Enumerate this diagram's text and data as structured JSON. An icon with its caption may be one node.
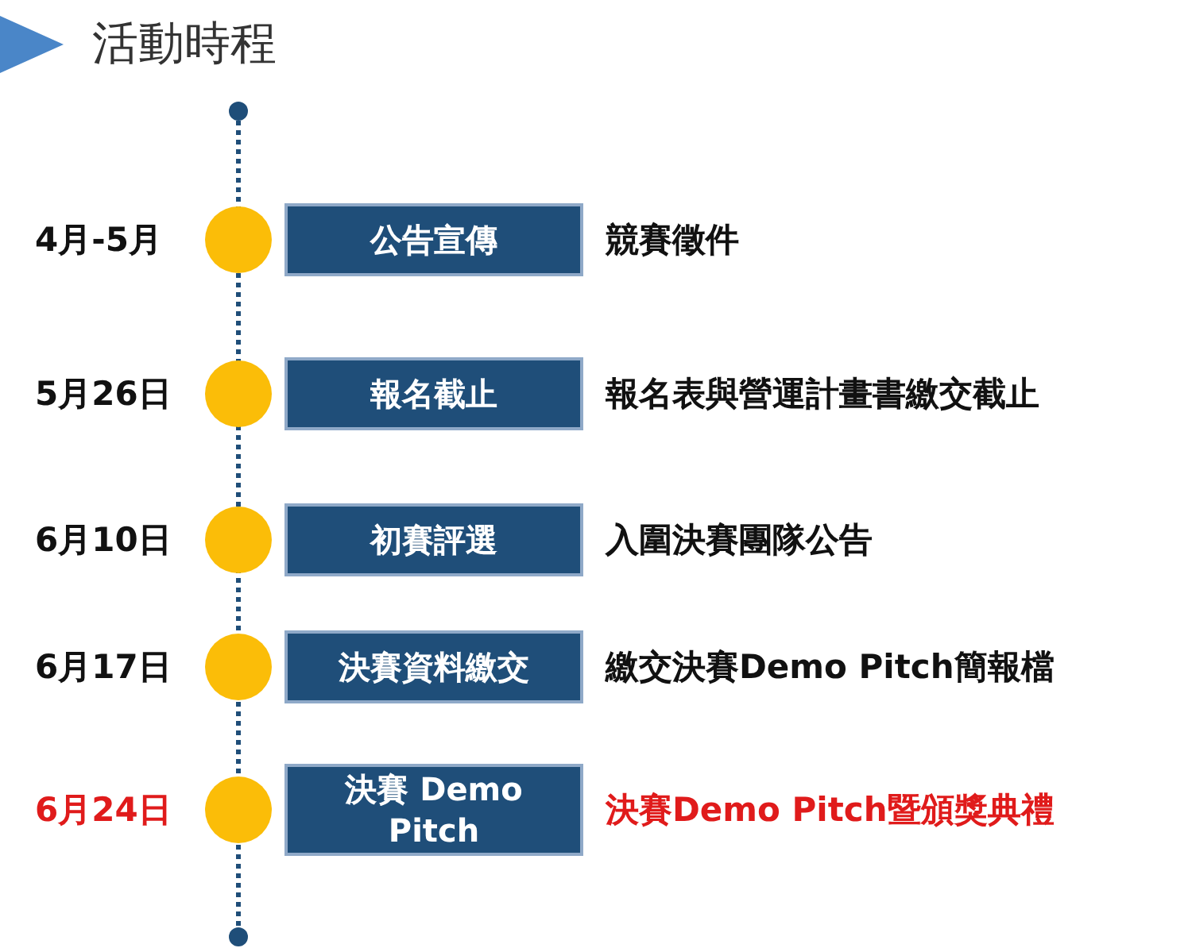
{
  "diagram": {
    "title": "活動時程",
    "nodes": [
      {
        "text": [
          "公告宣傳"
        ],
        "beside": [
          "4月-5月",
          "競賽徵件"
        ]
      },
      {
        "text": [
          "報名截止"
        ],
        "beside": [
          "5月26日",
          "報名表與營運計畫書繳交截止"
        ]
      },
      {
        "text": [
          "初賽評選"
        ],
        "beside": [
          "6月10日",
          "入圍決賽團隊公告"
        ]
      },
      {
        "text": [
          "決賽資料繳交"
        ],
        "beside": [
          "6月17日",
          "繳交決賽Demo Pitch簡報檔"
        ]
      },
      {
        "text": [
          "決賽 Demo Pitch"
        ],
        "beside": [
          "6月24日",
          "決賽Demo Pitch暨頒獎典禮"
        ]
      }
    ]
  }
}
